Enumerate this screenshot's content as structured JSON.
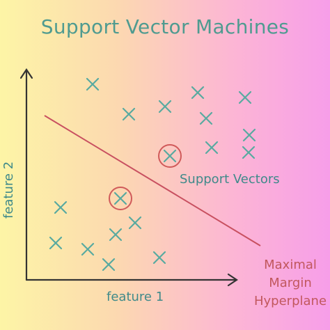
{
  "title": "Support Vector Machines",
  "axes": {
    "xlabel": "feature 1",
    "ylabel": "feature 2"
  },
  "annotations": {
    "support_vectors": "Support Vectors",
    "hyperplane_lines": [
      "Maximal",
      "Margin",
      "Hyperplane"
    ]
  },
  "colors": {
    "title": "#4f9b90",
    "marker": "#58aaa0",
    "hyperplane": "#c85060",
    "axis": "#333333",
    "circle": "#d05a5a"
  },
  "icons": {
    "marker": "x-marker-icon",
    "highlight": "circle-highlight-icon"
  }
}
